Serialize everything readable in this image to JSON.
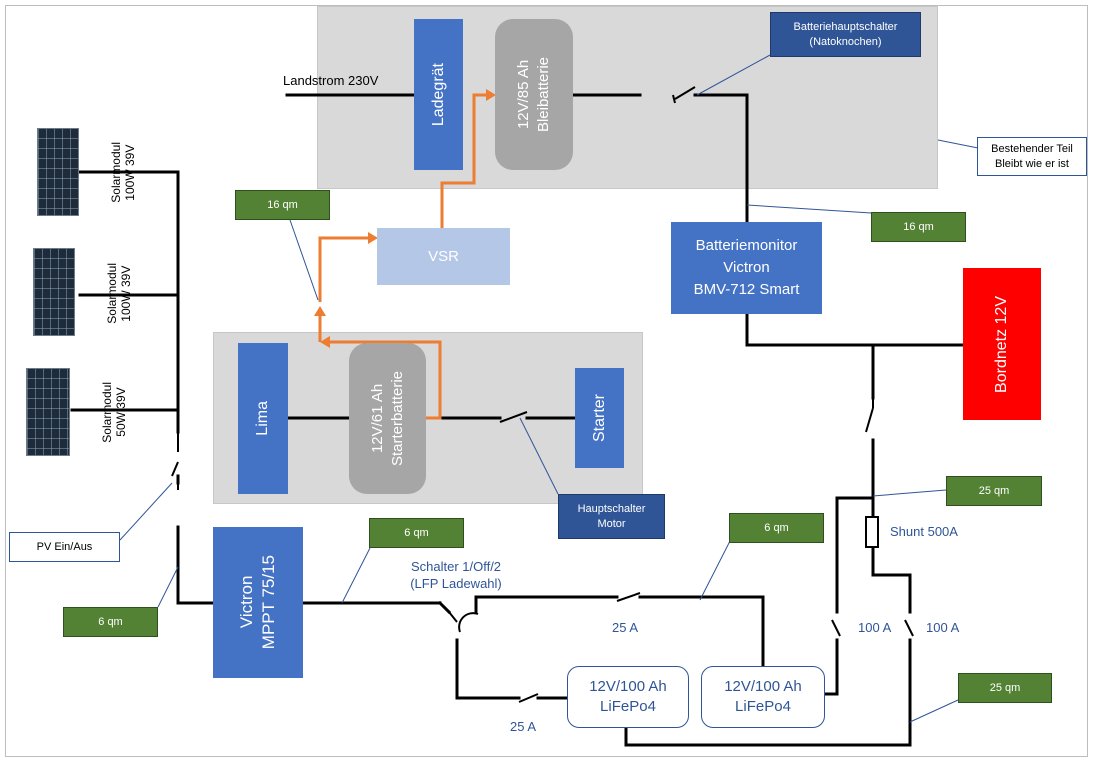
{
  "existing_section": {
    "charger": "Ladegrät",
    "lead_battery": "12V/85 Ah\nBleibatterie",
    "shore_power": "Landstrom 230V",
    "main_switch_callout": "Batteriehauptschalter\n(Natoknochen)",
    "existing_callout": "Bestehender Teil\nBleibt wie er ist"
  },
  "vsr": "VSR",
  "engine_section": {
    "alternator": "Lima",
    "starter_battery": "12V/61 Ah\nStarterbatterie",
    "starter": "Starter",
    "main_switch_callout": "Hauptschalter\nMotor"
  },
  "battery_monitor": "Batteriemonitor\nVictron\nBMV-712 Smart",
  "onboard_network": "Bordnetz 12V",
  "solar_panels": [
    {
      "label": "Solarmodul\n100W 39V"
    },
    {
      "label": "Solarmodul\n100W 39V"
    },
    {
      "label": "Solarmodul\n50W 39V"
    }
  ],
  "pv_callout": "PV Ein/Aus",
  "mppt": "Victron\nMPPT 75/15",
  "switch_label": "Schalter 1/Off/2\n(LFP Ladewahl)",
  "shunt": "Shunt 500A",
  "lifepo_batteries": [
    "12V/100 Ah\nLiFePo4",
    "12V/100 Ah\nLiFePo4"
  ],
  "fuses": {
    "top": "25 A",
    "bottom": "25 A",
    "right_1": "100 A",
    "right_2": "100 A"
  },
  "cable_tags": {
    "vsr_cable": "16 qm",
    "monitor_cable": "16 qm",
    "pv_cable": "6 qm",
    "mppt_out": "6 qm",
    "lfp_top": "6 qm",
    "shunt_cable": "25 qm",
    "lfp_bottom": "25 qm"
  },
  "colors": {
    "blue_box": "#4472c4",
    "grey_panel": "#d9d9d9",
    "battery_grey": "#a6a6a6",
    "vsr": "#b4c7e7",
    "red": "#ff0000",
    "green_tag": "#548235",
    "callout_dark": "#2f5597",
    "orange_wire": "#ed7d31"
  }
}
